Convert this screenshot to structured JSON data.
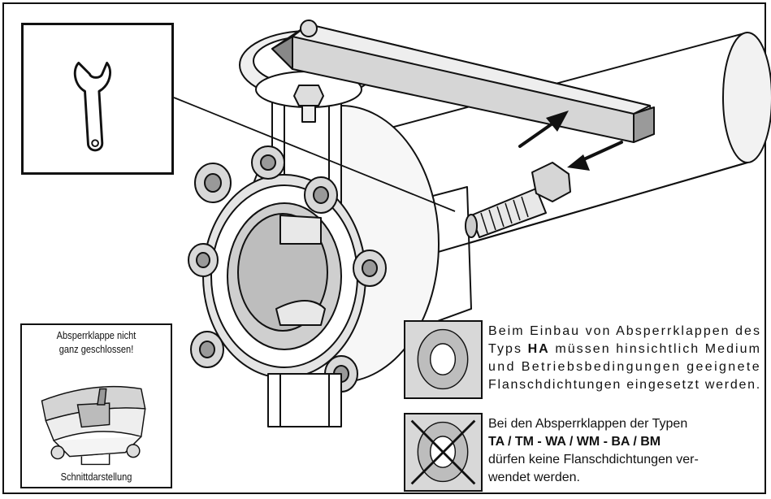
{
  "section_panel": {
    "title_line1": "Absperrklappe nicht",
    "title_line2": "ganz geschlossen!",
    "caption": "Schnittdarstellung"
  },
  "note_ha": {
    "line1": "Beim Einbau von Absperrklappen des",
    "line2_pre": "Typs",
    "line2_bold": "HA",
    "line2_post": "müssen hinsichtlich Medium",
    "line3": "und Betriebsbedingungen geeignete",
    "line4": "Flanschdichtungen eingesetzt werden."
  },
  "note_ta": {
    "line1": "Bei den Absperrklappen der Typen",
    "line2_bold": "TA / TM - WA / WM - BA / BM",
    "line3": "dürfen keine Flanschdichtungen ver-",
    "line4": "wendet werden."
  },
  "icons": [
    "wrench-icon",
    "gasket-icon",
    "gasket-crossed-icon",
    "insert-arrow-icon"
  ]
}
